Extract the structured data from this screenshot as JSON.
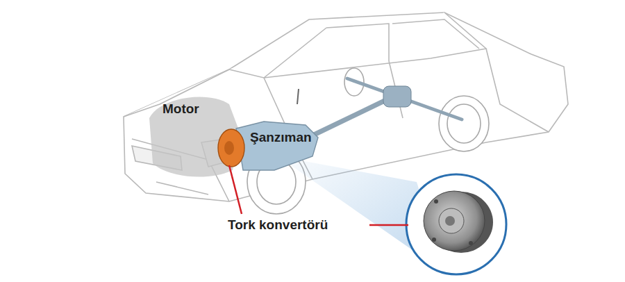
{
  "diagram": {
    "labels": [
      "Motor",
      "Şanzıman",
      "Tork konvertörü"
    ]
  }
}
